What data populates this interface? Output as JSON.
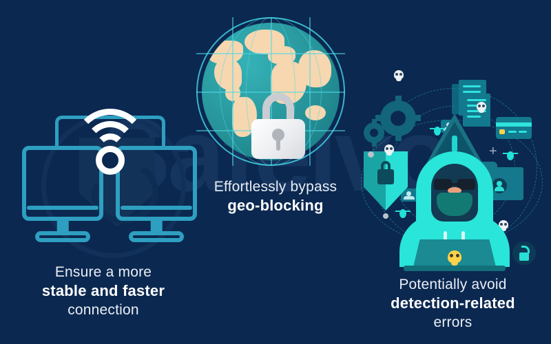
{
  "meta": {
    "background_color": "#0b2850",
    "accent_teal": "#2e9fc0",
    "accent_cyan": "#2ae5d9",
    "text_color": "#e9eef5"
  },
  "watermark": {
    "text": "Safelvo",
    "logo_icon": "shield-swoosh-logo-icon"
  },
  "panels": [
    {
      "id": "stable-connection",
      "illustration_icons": [
        "wifi-signal-icon",
        "monitor-icon",
        "monitor-icon"
      ],
      "caption": {
        "line1": "Ensure a more",
        "line2": "stable and faster",
        "line3": "connection"
      }
    },
    {
      "id": "geo-blocking",
      "illustration_icons": [
        "globe-icon",
        "padlock-icon",
        "grid-lines-icon"
      ],
      "caption": {
        "line1": "Effortlessly bypass",
        "line2": "geo-blocking",
        "line3": ""
      }
    },
    {
      "id": "detection-errors",
      "illustration_icons": [
        "hacker-hoodie-icon",
        "laptop-icon",
        "skull-icon",
        "warning-triangle-icon",
        "gear-icon",
        "bug-icon",
        "document-icon",
        "credit-card-icon",
        "shield-lock-icon",
        "folder-user-icon",
        "unlock-badge-icon",
        "photo-id-icon",
        "plus-icon"
      ],
      "caption": {
        "line1": "Potentially avoid",
        "line2": "detection-related",
        "line3": "errors"
      }
    }
  ]
}
